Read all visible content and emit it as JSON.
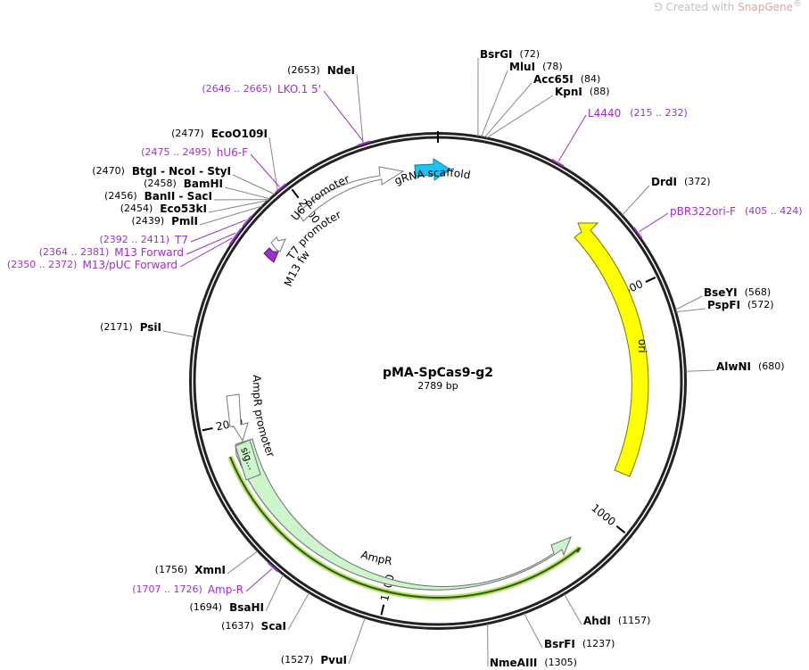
{
  "credit": {
    "prefix": "Created with ",
    "brand": "SnapGene",
    "reg": "®"
  },
  "plasmid": {
    "name": "pMA-SpCas9-g2",
    "length": 2789,
    "length_label": "2789 bp"
  },
  "ticks": [
    {
      "pos": 500,
      "label": "500"
    },
    {
      "pos": 1000,
      "label": "1000"
    },
    {
      "pos": 1500,
      "label": "1500"
    },
    {
      "pos": 2000,
      "label": "2000"
    },
    {
      "pos": 2500,
      "label": "2500"
    }
  ],
  "sites": [
    {
      "name": "BsrGI",
      "pos": 72,
      "pos_label": "(72)"
    },
    {
      "name": "MluI",
      "pos": 78,
      "pos_label": "(78)"
    },
    {
      "name": "Acc65I",
      "pos": 84,
      "pos_label": "(84)"
    },
    {
      "name": "KpnI",
      "pos": 88,
      "pos_label": "(88)"
    },
    {
      "name": "DrdI",
      "pos": 372,
      "pos_label": "(372)"
    },
    {
      "name": "BseYI",
      "pos": 568,
      "pos_label": "(568)"
    },
    {
      "name": "PspFI",
      "pos": 572,
      "pos_label": "(572)"
    },
    {
      "name": "AlwNI",
      "pos": 680,
      "pos_label": "(680)"
    },
    {
      "name": "AhdI",
      "pos": 1157,
      "pos_label": "(1157)"
    },
    {
      "name": "BsrFI",
      "pos": 1237,
      "pos_label": "(1237)"
    },
    {
      "name": "NmeAIII",
      "pos": 1305,
      "pos_label": "(1305)"
    },
    {
      "name": "PvuI",
      "pos": 1527,
      "pos_label": "(1527)"
    },
    {
      "name": "ScaI",
      "pos": 1637,
      "pos_label": "(1637)"
    },
    {
      "name": "BsaHI",
      "pos": 1694,
      "pos_label": "(1694)"
    },
    {
      "name": "XmnI",
      "pos": 1756,
      "pos_label": "(1756)"
    },
    {
      "name": "PsiI",
      "pos": 2171,
      "pos_label": "(2171)"
    },
    {
      "name": "PmlI",
      "pos": 2439,
      "pos_label": "(2439)"
    },
    {
      "name": "Eco53kI",
      "pos": 2454,
      "pos_label": "(2454)"
    },
    {
      "name": "BanII - SacI",
      "pos": 2456,
      "pos_label": "(2456)"
    },
    {
      "name": "BamHI",
      "pos": 2458,
      "pos_label": "(2458)"
    },
    {
      "name": "BtgI - NcoI - StyI",
      "pos": 2470,
      "pos_label": "(2470)"
    },
    {
      "name": "EcoO109I",
      "pos": 2477,
      "pos_label": "(2477)"
    },
    {
      "name": "NdeI",
      "pos": 2653,
      "pos_label": "(2653)"
    }
  ],
  "primers": [
    {
      "name": "L4440",
      "range": "(215 .. 232)",
      "pos": 223
    },
    {
      "name": "pBR322ori-F",
      "range": "(405 .. 424)",
      "pos": 414
    },
    {
      "name": "Amp-R",
      "range": "(1707 .. 1726)",
      "pos": 1716
    },
    {
      "name": "M13/pUC Forward",
      "range": "(2350 .. 2372)",
      "pos": 2361
    },
    {
      "name": "M13 Forward",
      "range": "(2364 .. 2381)",
      "pos": 2372
    },
    {
      "name": "T7",
      "range": "(2392 .. 2411)",
      "pos": 2401
    },
    {
      "name": "hU6-F",
      "range": "(2475 .. 2495)",
      "pos": 2485
    },
    {
      "name": "LKO.1 5'",
      "range": "(2646 .. 2665)",
      "pos": 2655
    }
  ],
  "features": [
    {
      "name": "ori",
      "color": "#ffff00"
    },
    {
      "name": "AmpR",
      "color": "#ccf5cc"
    },
    {
      "name": "AmpR promoter",
      "color": "#ffffff"
    },
    {
      "name": "sig...",
      "color": "#ccf5cc"
    },
    {
      "name": "U6 promoter",
      "color": "#ffffff"
    },
    {
      "name": "gRNA scaffold",
      "color": "#1ec1f0"
    },
    {
      "name": "T7 promoter",
      "color": "#ffffff"
    },
    {
      "name": "M13 fwd",
      "color": "#9b30d0"
    }
  ]
}
